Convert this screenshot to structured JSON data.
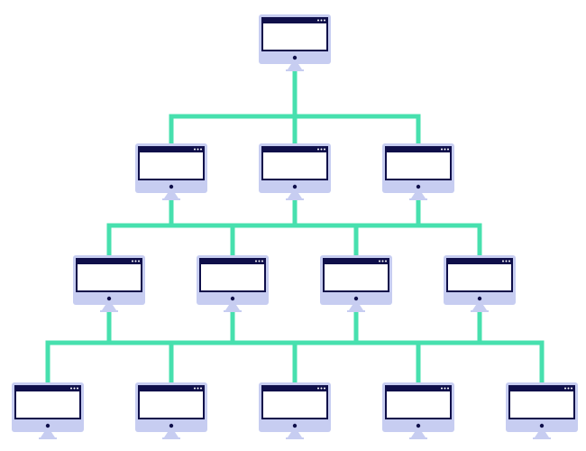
{
  "diagram": {
    "type": "computer-network-hierarchy",
    "levels": [
      {
        "nodes": 1
      },
      {
        "nodes": 3
      },
      {
        "nodes": 4
      },
      {
        "nodes": 5
      }
    ],
    "node_icon": "desktop-monitor-icon",
    "colors": {
      "background": "#ffffff",
      "connector": "#47e0ae",
      "monitor_frame": "#c7cdf1",
      "monitor_border": "#0f0f4a",
      "screen": "#ffffff",
      "stand": "#c7cdf1",
      "power_dot": "#0f0f4a"
    }
  }
}
